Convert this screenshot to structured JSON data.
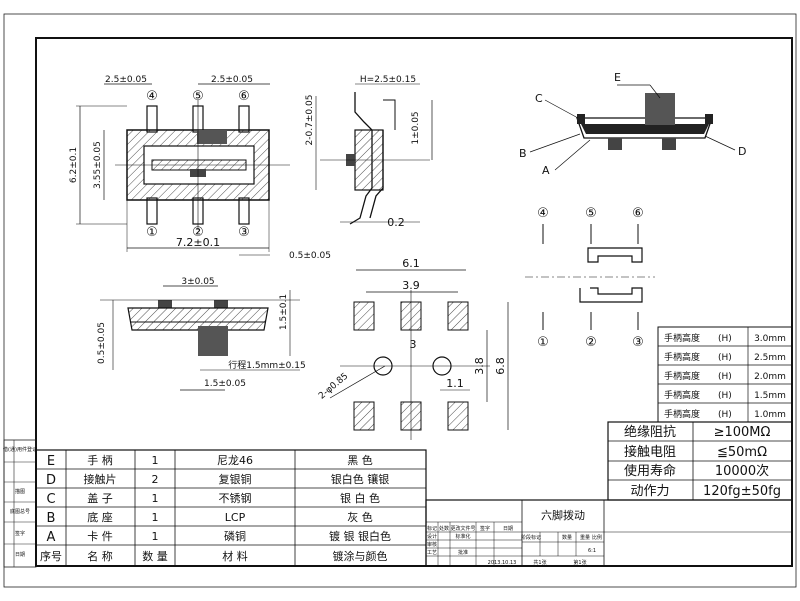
{
  "top_view": {
    "pins_top": [
      "④",
      "⑤",
      "⑥"
    ],
    "pins_bottom": [
      "①",
      "②",
      "③"
    ],
    "dim_pitch_left": "2.5±0.05",
    "dim_pitch_right": "2.5±0.05",
    "dim_total_height": "6.2±0.1",
    "dim_body_height": "3.55±0.05",
    "dim_length": "7.2±0.1",
    "dim_pin_width": "0.5±0.05"
  },
  "side_view": {
    "dim_lever_offset": "2-0.7±0.05",
    "dim_h": "H=2.5±0.15",
    "dim_base": "1±0.05",
    "dim_thickness": "0.2"
  },
  "front_view": {
    "dim_actuator_gap": "3±0.05",
    "dim_actuator_width": "1.5±0.05",
    "dim_body_height": "0.5±0.05",
    "dim_right_height": "1.5±0.1",
    "travel": "行程1.5mm±0.15"
  },
  "pcb_layout": {
    "dim_pad_span": "6.1",
    "dim_pad_inner": "3.9",
    "dim_hole_label": "3",
    "dim_hole_diameter": "2-φ0.85",
    "dim_hole_offset": "1.1",
    "dim_row_spacing": "3.8",
    "dim_total": "6.8"
  },
  "iso_view": {
    "callouts": [
      "E",
      "C",
      "B",
      "A",
      "D"
    ]
  },
  "circuit": {
    "pins_top": [
      "④",
      "⑤",
      "⑥"
    ],
    "pins_bottom": [
      "①",
      "②",
      "③"
    ]
  },
  "height_table": {
    "rows": [
      {
        "label": "手柄高度",
        "code": "(H)",
        "value": "3.0mm"
      },
      {
        "label": "手柄高度",
        "code": "(H)",
        "value": "2.5mm"
      },
      {
        "label": "手柄高度",
        "code": "(H)",
        "value": "2.0mm"
      },
      {
        "label": "手柄高度",
        "code": "(H)",
        "value": "1.5mm"
      },
      {
        "label": "手柄高度",
        "code": "(H)",
        "value": "1.0mm"
      }
    ]
  },
  "spec_table": {
    "rows": [
      {
        "label": "绝缘阻抗",
        "value": "≥100MΩ"
      },
      {
        "label": "接触电阻",
        "value": "≦50mΩ"
      },
      {
        "label": "使用寿命",
        "value": "10000次"
      },
      {
        "label": "动作力",
        "value": "120fg±50fg"
      }
    ]
  },
  "bom": {
    "header": [
      "序号",
      "名 称",
      "数 量",
      "材 料",
      "镀涂与颜色"
    ],
    "rows": [
      {
        "id": "E",
        "name": "手 柄",
        "qty": "1",
        "material": "尼龙46",
        "finish": "黑 色"
      },
      {
        "id": "D",
        "name": "接触片",
        "qty": "2",
        "material": "复银铜",
        "finish": "银白色 镶银"
      },
      {
        "id": "C",
        "name": "盖 子",
        "qty": "1",
        "material": "不锈钢",
        "finish": "银 白 色"
      },
      {
        "id": "B",
        "name": "底 座",
        "qty": "1",
        "material": "LCP",
        "finish": "灰 色"
      },
      {
        "id": "A",
        "name": "卡 件",
        "qty": "1",
        "material": "磷铜",
        "finish": "镀 银 银白色"
      }
    ]
  },
  "title_block": {
    "title": "六脚拨动",
    "scale": "6:1",
    "date": "2013.10.13",
    "sheets": "共1张",
    "sheet_no": "第1张",
    "small_labels": [
      "标记",
      "处数",
      "更改文件号",
      "签字",
      "日期",
      "设计",
      "标准化",
      "审核",
      "工艺",
      "批准",
      "阶段标记",
      "数量",
      "重量",
      "比例"
    ]
  },
  "margin_labels": [
    "描图",
    "底图总号",
    "签字",
    "日期",
    "借(通)用件登记"
  ]
}
